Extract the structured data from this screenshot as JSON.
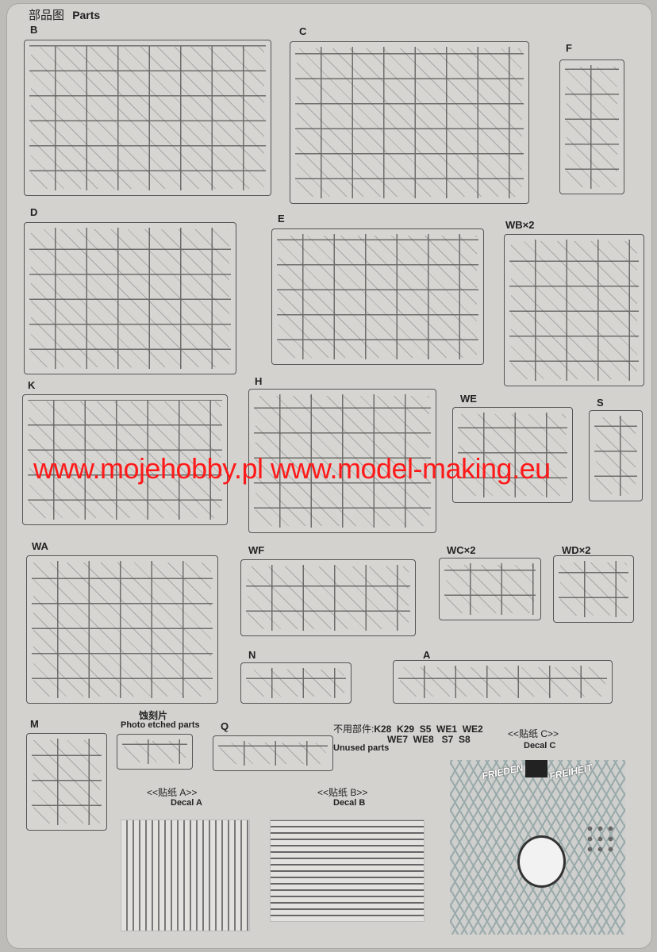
{
  "header": {
    "title_cn": "部品图",
    "title_en": "Parts"
  },
  "sprues": [
    {
      "id": "B",
      "label": "B"
    },
    {
      "id": "C",
      "label": "C"
    },
    {
      "id": "F",
      "label": "F"
    },
    {
      "id": "D",
      "label": "D"
    },
    {
      "id": "E",
      "label": "E"
    },
    {
      "id": "WB",
      "label": "WB×2"
    },
    {
      "id": "K",
      "label": "K"
    },
    {
      "id": "H",
      "label": "H"
    },
    {
      "id": "WE",
      "label": "WE"
    },
    {
      "id": "S",
      "label": "S"
    },
    {
      "id": "WA",
      "label": "WA"
    },
    {
      "id": "WF",
      "label": "WF"
    },
    {
      "id": "WC",
      "label": "WC×2"
    },
    {
      "id": "WD",
      "label": "WD×2"
    },
    {
      "id": "N",
      "label": "N"
    },
    {
      "id": "A",
      "label": "A"
    },
    {
      "id": "M",
      "label": "M"
    },
    {
      "id": "Q",
      "label": "Q"
    }
  ],
  "photo_etched": {
    "label_cn": "蚀刻片",
    "label_en": "Photo etched parts"
  },
  "unused": {
    "label_cn": "不用部件:",
    "parts_line1": "K28  K29  S5  WE1  WE2",
    "parts_line2": "WE7  WE8   S7  S8",
    "label_en": "Unused parts"
  },
  "decals": {
    "a": {
      "label_cn": "<<贴纸 A>>",
      "label_en": "Decal A"
    },
    "b": {
      "label_cn": "<<贴纸 B>>",
      "label_en": "Decal B"
    },
    "c": {
      "label_cn": "<<贴纸 C>>",
      "label_en": "Decal C",
      "text_left": "FRIEDEN",
      "text_right": "FREIHEIT"
    }
  },
  "watermark": "www.mojehobby.pl www.model-making.eu"
}
